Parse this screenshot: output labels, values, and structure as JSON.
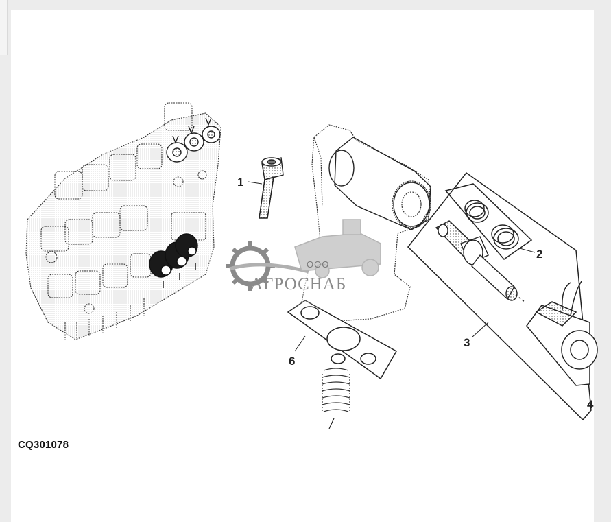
{
  "figure": {
    "id_label": "CQ301078",
    "callouts": [
      "1",
      "2",
      "3",
      "4",
      "6"
    ]
  },
  "watermark": {
    "company": "ООО",
    "brand": "АГРОСНАБ",
    "color": "#8a8a8a"
  },
  "colors": {
    "background": "#ececec",
    "panel": "#ffffff",
    "line": "#222222",
    "solenoid_fill": "#1a1a1a"
  },
  "icons": [
    "gear-logo-icon",
    "combine-harvester-icon"
  ]
}
